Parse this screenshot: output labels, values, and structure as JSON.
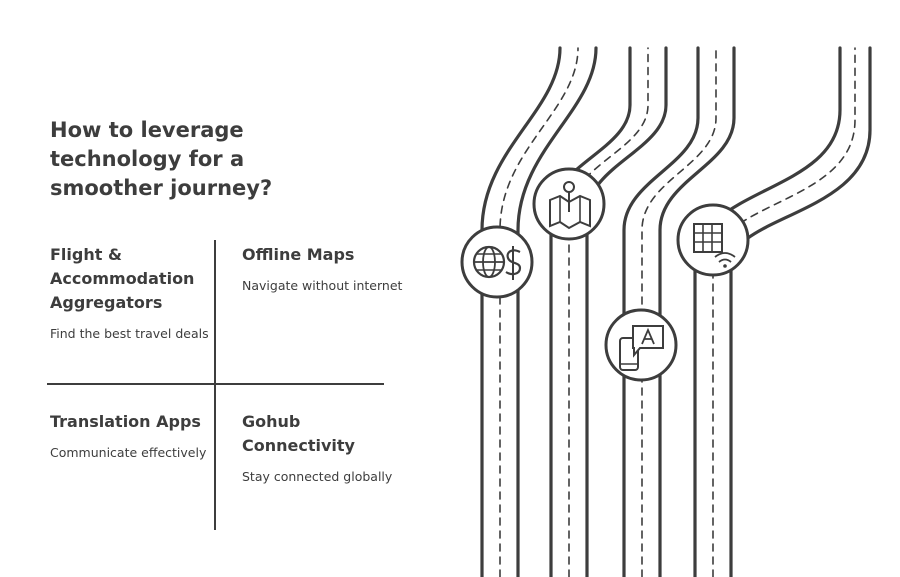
{
  "title": "How to leverage technology for a smoother journey?",
  "quadrants": [
    {
      "heading": "Flight & Accommodation Aggregators",
      "description": "Find the best travel deals"
    },
    {
      "heading": "Offline Maps",
      "description": "Navigate without internet"
    },
    {
      "heading": "Translation Apps",
      "description": "Communicate effectively"
    },
    {
      "heading": "Gohub Connectivity",
      "description": "Stay connected globally"
    }
  ],
  "icons": {
    "road_1": "globe-dollar-icon",
    "road_2": "map-pin-icon",
    "road_3": "phone-translate-icon",
    "road_4": "grid-wifi-icon"
  },
  "colors": {
    "ink": "#3d3d3d",
    "background": "#ffffff"
  }
}
